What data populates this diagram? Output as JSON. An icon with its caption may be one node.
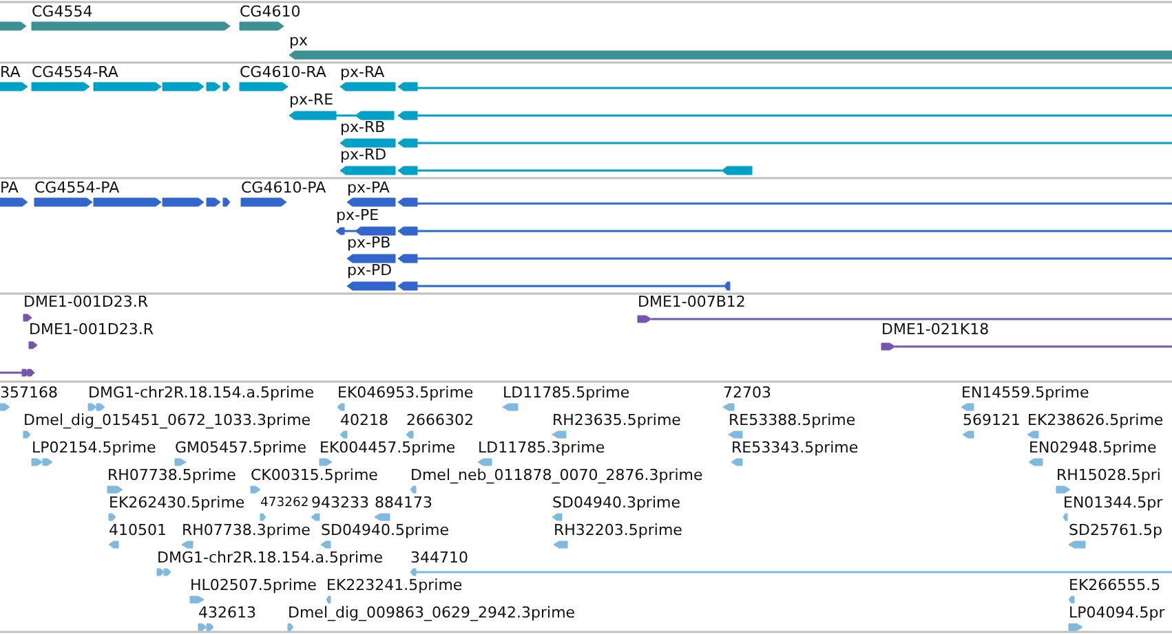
{
  "diagram": {
    "labels": [
      "CG4554",
      "CG4610",
      "px",
      "RA",
      "CG4554-RA",
      "CG4610-RA",
      "px-RA",
      "px-RE",
      "px-RB",
      "px-RD",
      "PA",
      "CG4554-PA",
      "CG4610-PA",
      "px-PA",
      "px-PE",
      "px-PB",
      "px-PD",
      "DME1-001D23.R",
      "DME1-007B12",
      "DME1-001D23.R",
      "DME1-021K18",
      "357168",
      "DMG1-chr2R.18.154.a.5prime",
      "EK046953.5prime",
      "LD11785.5prime",
      "72703",
      "EN14559.5prime",
      "Dmel_dig_015451_0672_1033.3prime",
      "40218",
      "2666302",
      "RH23635.5prime",
      "RE53388.5prime",
      "569121",
      "EK238626.5prime",
      "LP02154.5prime",
      "GM05457.5prime",
      "EK004457.5prime",
      "LD11785.3prime",
      "RE53343.5prime",
      "EN02948.5prime",
      "RH07738.5prime",
      "CK00315.5prime",
      "Dmel_neb_011878_0070_2876.3prime",
      "RH15028.5pri",
      "EK262430.5prime",
      "473262",
      "943233",
      "884173",
      "SD04940.3prime",
      "EN01344.5pr",
      "410501",
      "RH07738.3prime",
      "SD04940.5prime",
      "RH32203.5prime",
      "SD25761.5p",
      "DMG1-chr2R.18.154.a.5prime",
      "344710",
      "HL02507.5prime",
      "EK223241.5prime",
      "EK266555.5",
      "432613",
      "Dmel_dig_009863_0629_2942.3prime",
      "LP04094.5pr"
    ]
  }
}
